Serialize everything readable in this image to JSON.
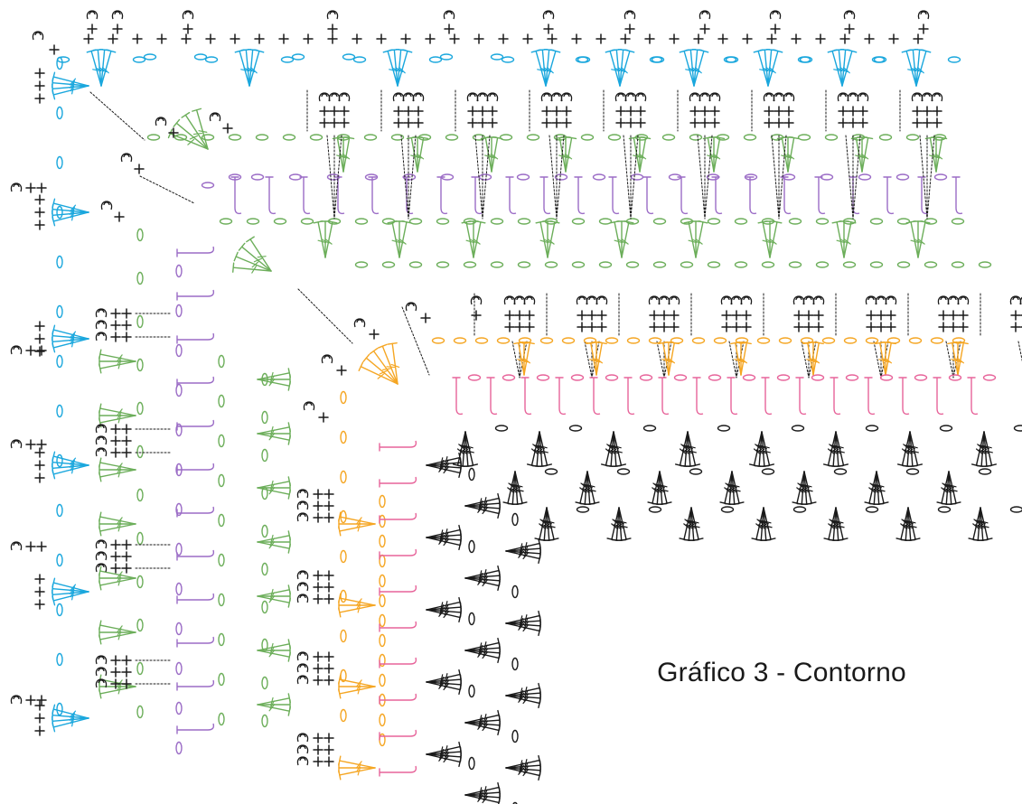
{
  "title": "Gráfico 3 - Contorno",
  "palette": {
    "cyan": "#1aa7dd",
    "green": "#6cae5a",
    "purple": "#9b6cc6",
    "orange": "#f5a623",
    "pink": "#e7649a",
    "black": "#1a1a1a"
  },
  "symbols": [
    "single-crochet",
    "picot",
    "chain",
    "double-crochet",
    "treble-crochet",
    "slip-stitch"
  ],
  "rounds": [
    "black",
    "pink",
    "orange",
    "green",
    "purple",
    "cyan"
  ]
}
